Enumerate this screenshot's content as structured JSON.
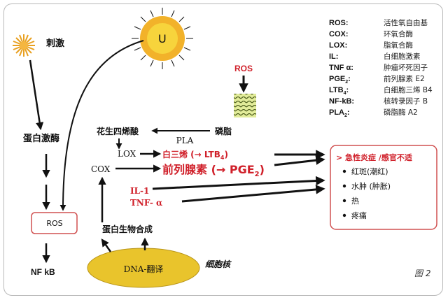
{
  "diagram": {
    "figure_label": "图 2",
    "nodes": {
      "stimulus": "刺激",
      "sun": "U",
      "protein_kinase": "蛋白激酶",
      "ros_box": "ROS",
      "nfkb": "NF kB",
      "arachidonic_acid": "花生四烯酸",
      "phospholipid": "磷脂",
      "pla": "PLA",
      "ros_red": "ROS",
      "lox": "LOX",
      "cox": "COX",
      "leukotriene": "白三烯 (→ LTB",
      "leukotriene_sub": "4",
      "leukotriene_end": ")",
      "prostaglandin": "前列腺素 (→ PGE",
      "prostaglandin_sub": "2",
      "prostaglandin_end": ")",
      "il1": "IL-1",
      "tnfa": "TNF- α",
      "protein_synthesis": "蛋白生物合成",
      "dna": "DNA-翻译",
      "nucleus": "细胞核"
    },
    "result_box": {
      "title": "> 急性炎症 /感官不适",
      "items": [
        "红斑(潮红)",
        "水肿 (肿胀)",
        "热",
        "疼痛"
      ]
    }
  },
  "legend": [
    {
      "key": "ROS:",
      "value": "活性氧自由基"
    },
    {
      "key": "COX:",
      "value": "环氧合酶"
    },
    {
      "key": "LOX:",
      "value": "脂氧合酶"
    },
    {
      "key": "IL:",
      "value": "白细胞激素"
    },
    {
      "key": "TNF α:",
      "value": "肿瘤坏死因子"
    },
    {
      "key": "PGE",
      "key_sub": "2",
      "key_end": ":",
      "value": "前列腺素 E2"
    },
    {
      "key": "LTB",
      "key_sub": "4",
      "key_end": ":",
      "value": "白细胞三烯 B4"
    },
    {
      "key": "NF-kB:",
      "value": "核转录因子 B"
    },
    {
      "key": "PLA",
      "key_sub": "2",
      "key_end": ":",
      "value": "磷脂酶 A2"
    }
  ],
  "colors": {
    "red": "#d0202a",
    "yellow": "#e7c22a",
    "sun_orange": "#f0a022",
    "box_border": "#d05050",
    "arrow": "#111111"
  }
}
